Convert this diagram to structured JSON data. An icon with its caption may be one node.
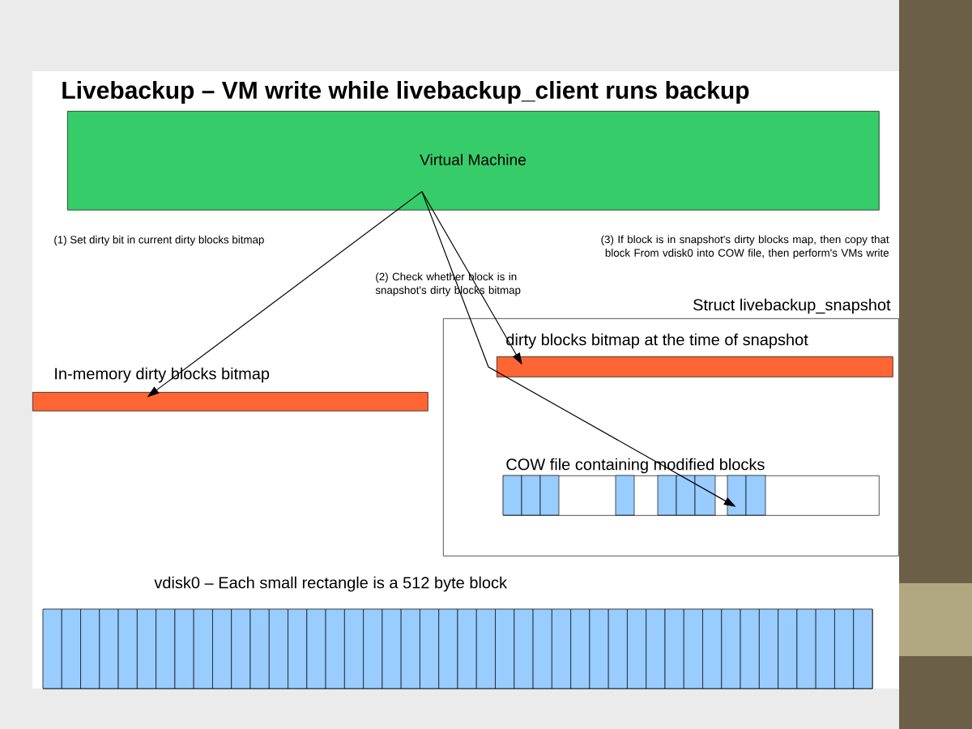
{
  "diagram": {
    "title": "Livebackup – VM write while livebackup_client runs backup",
    "nodes": [
      {
        "text": [
          "Virtual Machine"
        ]
      },
      {
        "text": [
          "In-memory dirty blocks bitmap"
        ]
      },
      {
        "text": [
          "Struct livebackup_snapshot"
        ]
      },
      {
        "text": [
          "dirty blocks bitmap at the time of snapshot"
        ],
        "in": 2
      },
      {
        "text": [
          "COW file containing modified blocks"
        ],
        "in": 2
      },
      {
        "text": [
          "vdisk0 – Each small rectangle is a 512 byte block"
        ]
      }
    ],
    "edges": [
      {
        "from": 0,
        "to": 1,
        "arrow": "to"
      },
      {
        "from": 0,
        "to": 3,
        "arrow": "to"
      },
      {
        "from": 0,
        "to": 4,
        "arrow": "to"
      }
    ],
    "labels": [
      "(1) Set dirty bit in current dirty blocks bitmap",
      "(2) Check whether block is in snapshot's dirty blocks bitmap",
      "(3) If block is in snapshot's dirty blocks map, then copy that block From vdisk0 into COW file, then perform's VMs write"
    ]
  }
}
